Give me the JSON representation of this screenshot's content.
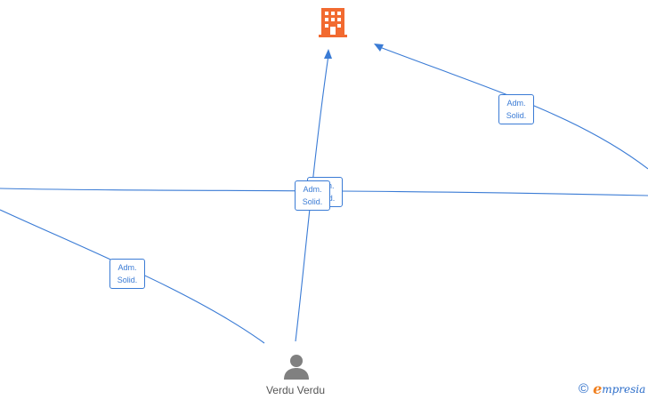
{
  "nodes": {
    "company": {
      "icon": "building-icon",
      "color": "#f26a30"
    },
    "person": {
      "icon": "person-icon",
      "color": "#808080",
      "label": "Verdu Verdu"
    }
  },
  "badges": [
    {
      "line1": "Adm.",
      "line2": "Solid."
    },
    {
      "line1": "Adm.",
      "line2": "Solid."
    },
    {
      "line1": "Adm.",
      "line2": "Solid."
    },
    {
      "line1": "Adm.",
      "line2": "Solid."
    }
  ],
  "colors": {
    "edge": "#3a7bd5",
    "brand_blue": "#2a6cc9",
    "brand_orange": "#f08020"
  },
  "brand": {
    "copyright": "©",
    "first_letter": "e",
    "rest": "mpresia"
  }
}
